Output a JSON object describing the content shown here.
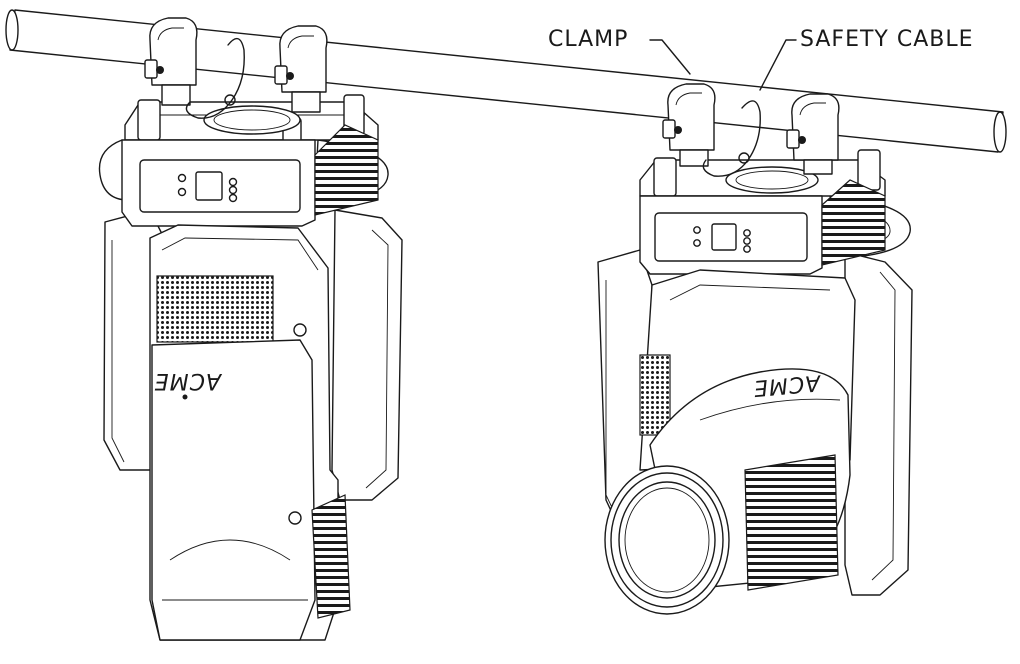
{
  "labels": {
    "clamp": "CLAMP",
    "safety_cable": "SAFETY CABLE"
  },
  "fixtures": {
    "front_logo": "ACME",
    "side_logo": "ACME"
  }
}
